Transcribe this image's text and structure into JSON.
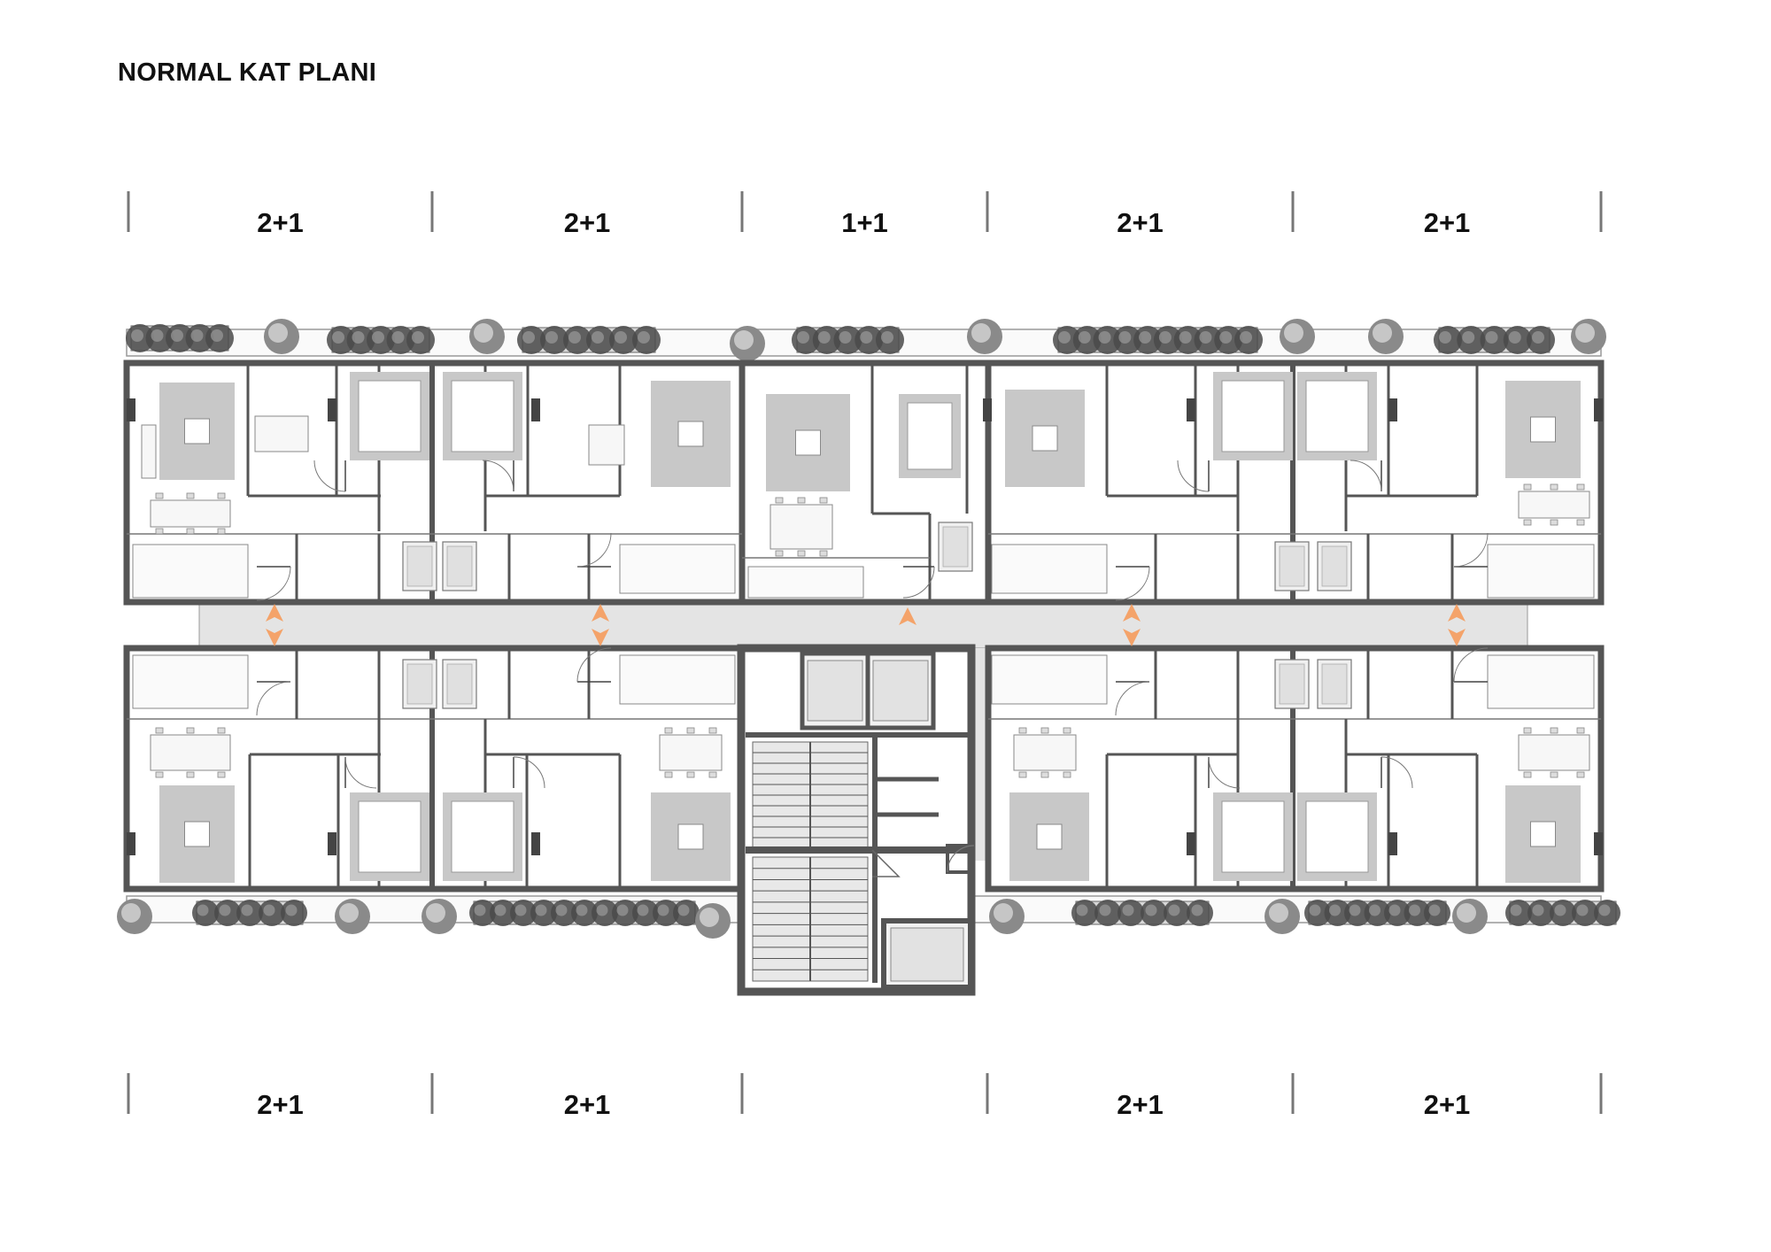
{
  "title": "NORMAL KAT PLANI",
  "top_units": [
    {
      "label": "2+1"
    },
    {
      "label": "2+1"
    },
    {
      "label": "1+1"
    },
    {
      "label": "2+1"
    },
    {
      "label": "2+1"
    }
  ],
  "bottom_units": [
    {
      "label": "2+1"
    },
    {
      "label": "2+1"
    },
    {
      "label": ""
    },
    {
      "label": "2+1"
    },
    {
      "label": "2+1"
    }
  ],
  "colors": {
    "wall": "#555555",
    "wall_light": "#8c8c8c",
    "corridor": "#e4e4e4",
    "rug": "#c8c8c8",
    "furniture": "#f7f7f7",
    "arrow": "#f4a36a",
    "plant": "#4a4a4a"
  }
}
